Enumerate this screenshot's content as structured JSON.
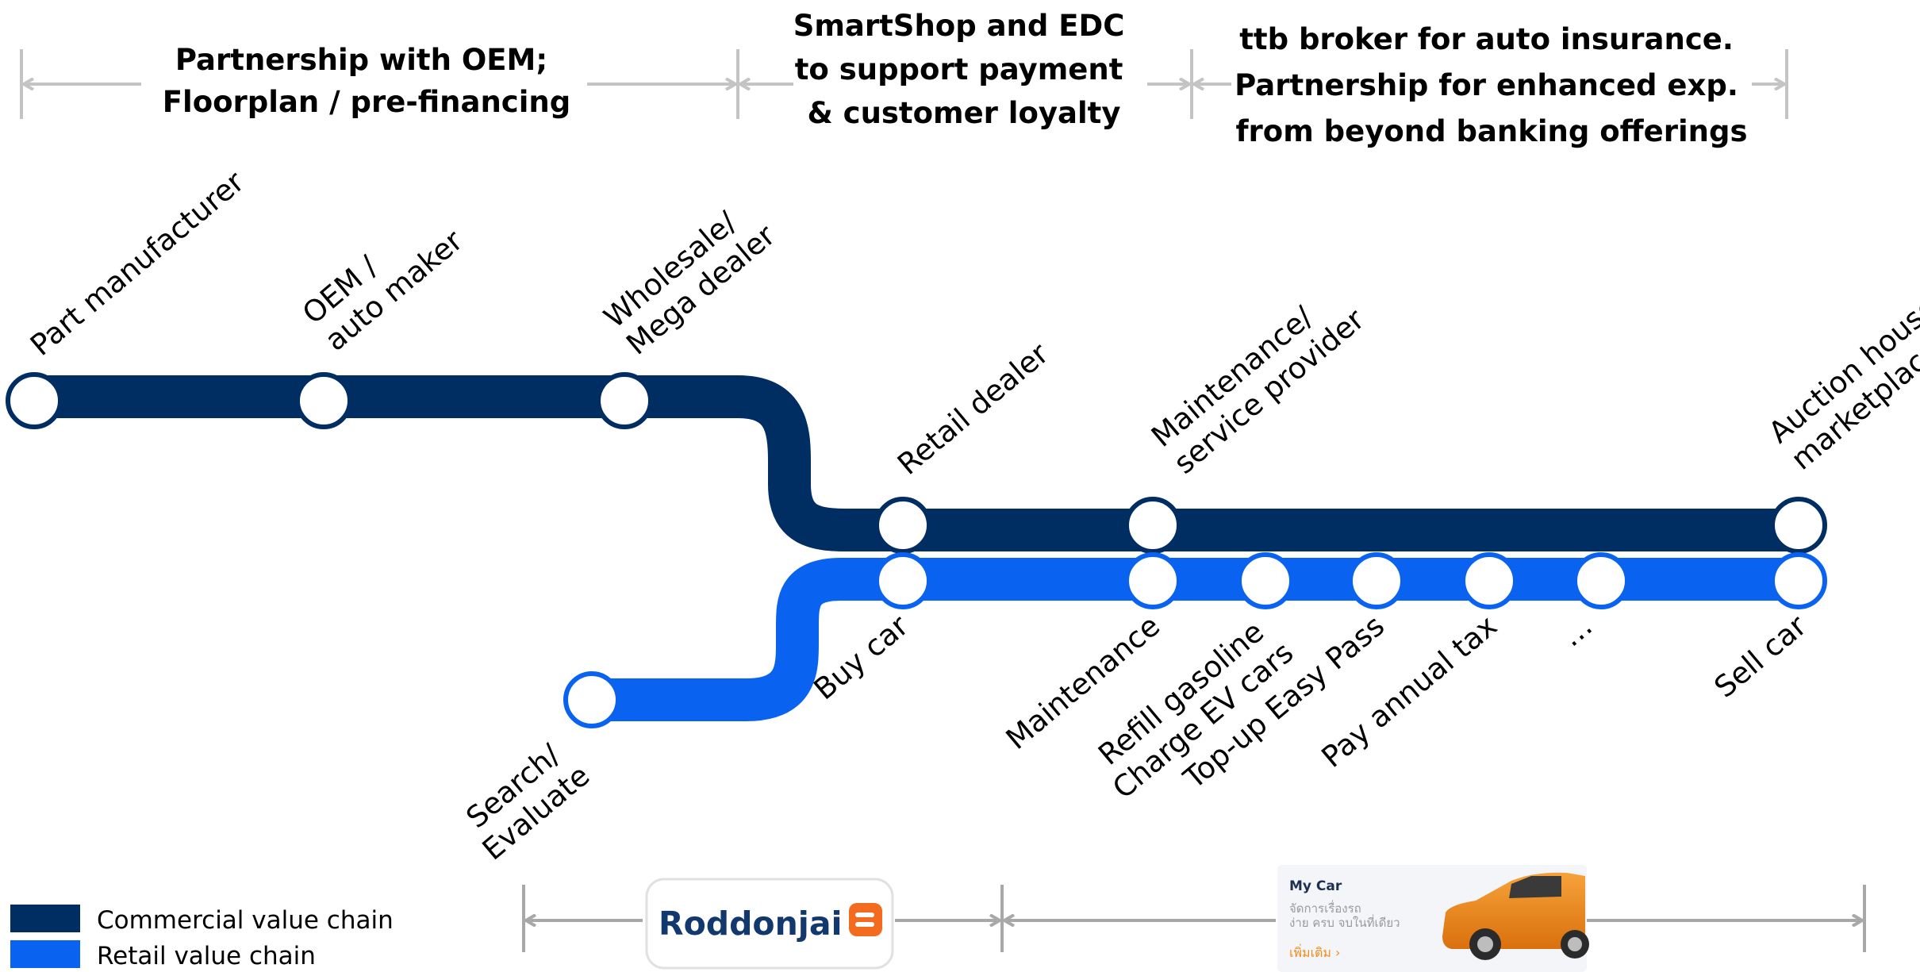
{
  "colors": {
    "commercial": "#002d62",
    "retail": "#0a63f0",
    "arrow": "#c4c4c4",
    "station_fill": "#ffffff",
    "orange": "#f28c1c"
  },
  "headers": {
    "oem": [
      "Partnership with OEM;",
      "Floorplan / pre-financing"
    ],
    "smartshop": [
      "SmartShop and EDC",
      "to support payment",
      "&  customer loyalty"
    ],
    "insurance": [
      "ttb broker for auto insurance.",
      "Partnership for enhanced exp.",
      "from beyond banking offerings"
    ]
  },
  "commercial_stations": [
    {
      "label": [
        "Part manufacturer"
      ]
    },
    {
      "label": [
        "OEM /",
        "auto maker"
      ]
    },
    {
      "label": [
        "Wholesale/",
        "Mega dealer"
      ]
    },
    {
      "label": [
        "Retail dealer"
      ]
    },
    {
      "label": [
        "Maintenance/",
        "service provider"
      ]
    },
    {
      "label": [
        "Auction house/",
        "marketplace"
      ]
    }
  ],
  "retail_stations": [
    {
      "label": [
        "Search/",
        "Evaluate"
      ]
    },
    {
      "label": [
        "Buy car"
      ]
    },
    {
      "label": [
        "Maintenance"
      ]
    },
    {
      "label": [
        "Refill gasoline",
        "Charge EV cars"
      ]
    },
    {
      "label": [
        "Top-up Easy Pass"
      ]
    },
    {
      "label": [
        "Pay annual tax"
      ]
    },
    {
      "label": [
        "…"
      ]
    },
    {
      "label": [
        "Sell car"
      ]
    }
  ],
  "legend": {
    "commercial": "Commercial value chain",
    "retail": "Retail value chain"
  },
  "apps": {
    "roddonjai": {
      "name": "Roddonjai"
    },
    "mycar": {
      "title": "My Car",
      "line1": "จัดการเรื่องรถ",
      "line2": "ง่าย ครบ จบในที่เดียว",
      "more": "เพิ่มเติม  ›"
    }
  }
}
